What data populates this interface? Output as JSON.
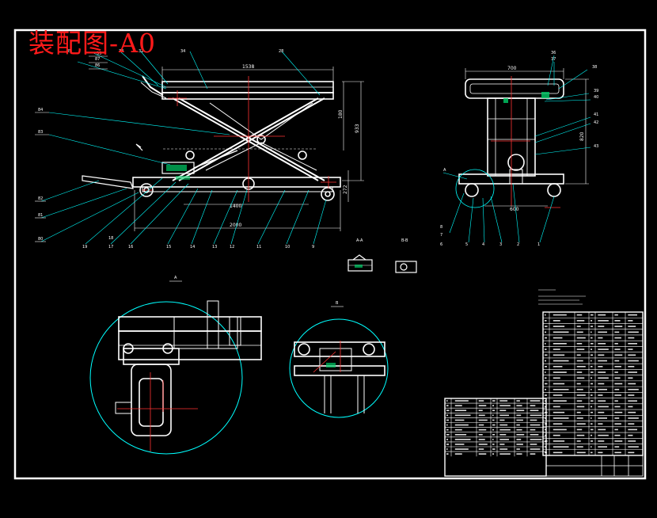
{
  "title": "装配图-A0",
  "dims": {
    "top_width": "1538",
    "mid_width": "1400",
    "bottom_width": "2000",
    "height_total": "933",
    "height_mid": "180",
    "height_low": "272",
    "side_width": "700",
    "side_height": "820",
    "side_bottom": "600"
  },
  "section_labels": [
    "A-A",
    "B-B"
  ],
  "detail_labels": [
    "A",
    "B"
  ],
  "front_top_labels": [
    "85",
    "35",
    "87",
    "86",
    "33",
    "32",
    "34",
    "28"
  ],
  "front_left_labels": [
    "84",
    "83",
    "82",
    "81",
    "80"
  ],
  "front_bottom_labels": [
    "19",
    "18",
    "17",
    "16",
    "15",
    "14",
    "13",
    "12",
    "11",
    "10",
    "9"
  ],
  "side_top_labels": [
    "36",
    "37",
    "38",
    "39",
    "40",
    "41",
    "42",
    "43"
  ],
  "side_bottom_labels": [
    "7",
    "6",
    "5",
    "4",
    "3",
    "2",
    "1",
    "8"
  ],
  "colors": {
    "background": "#000000",
    "lines": "#ffffff",
    "leaders": "#00ffff",
    "centerlines": "#ff3333",
    "title": "#ff1a1a",
    "accent": "#00ff66"
  }
}
